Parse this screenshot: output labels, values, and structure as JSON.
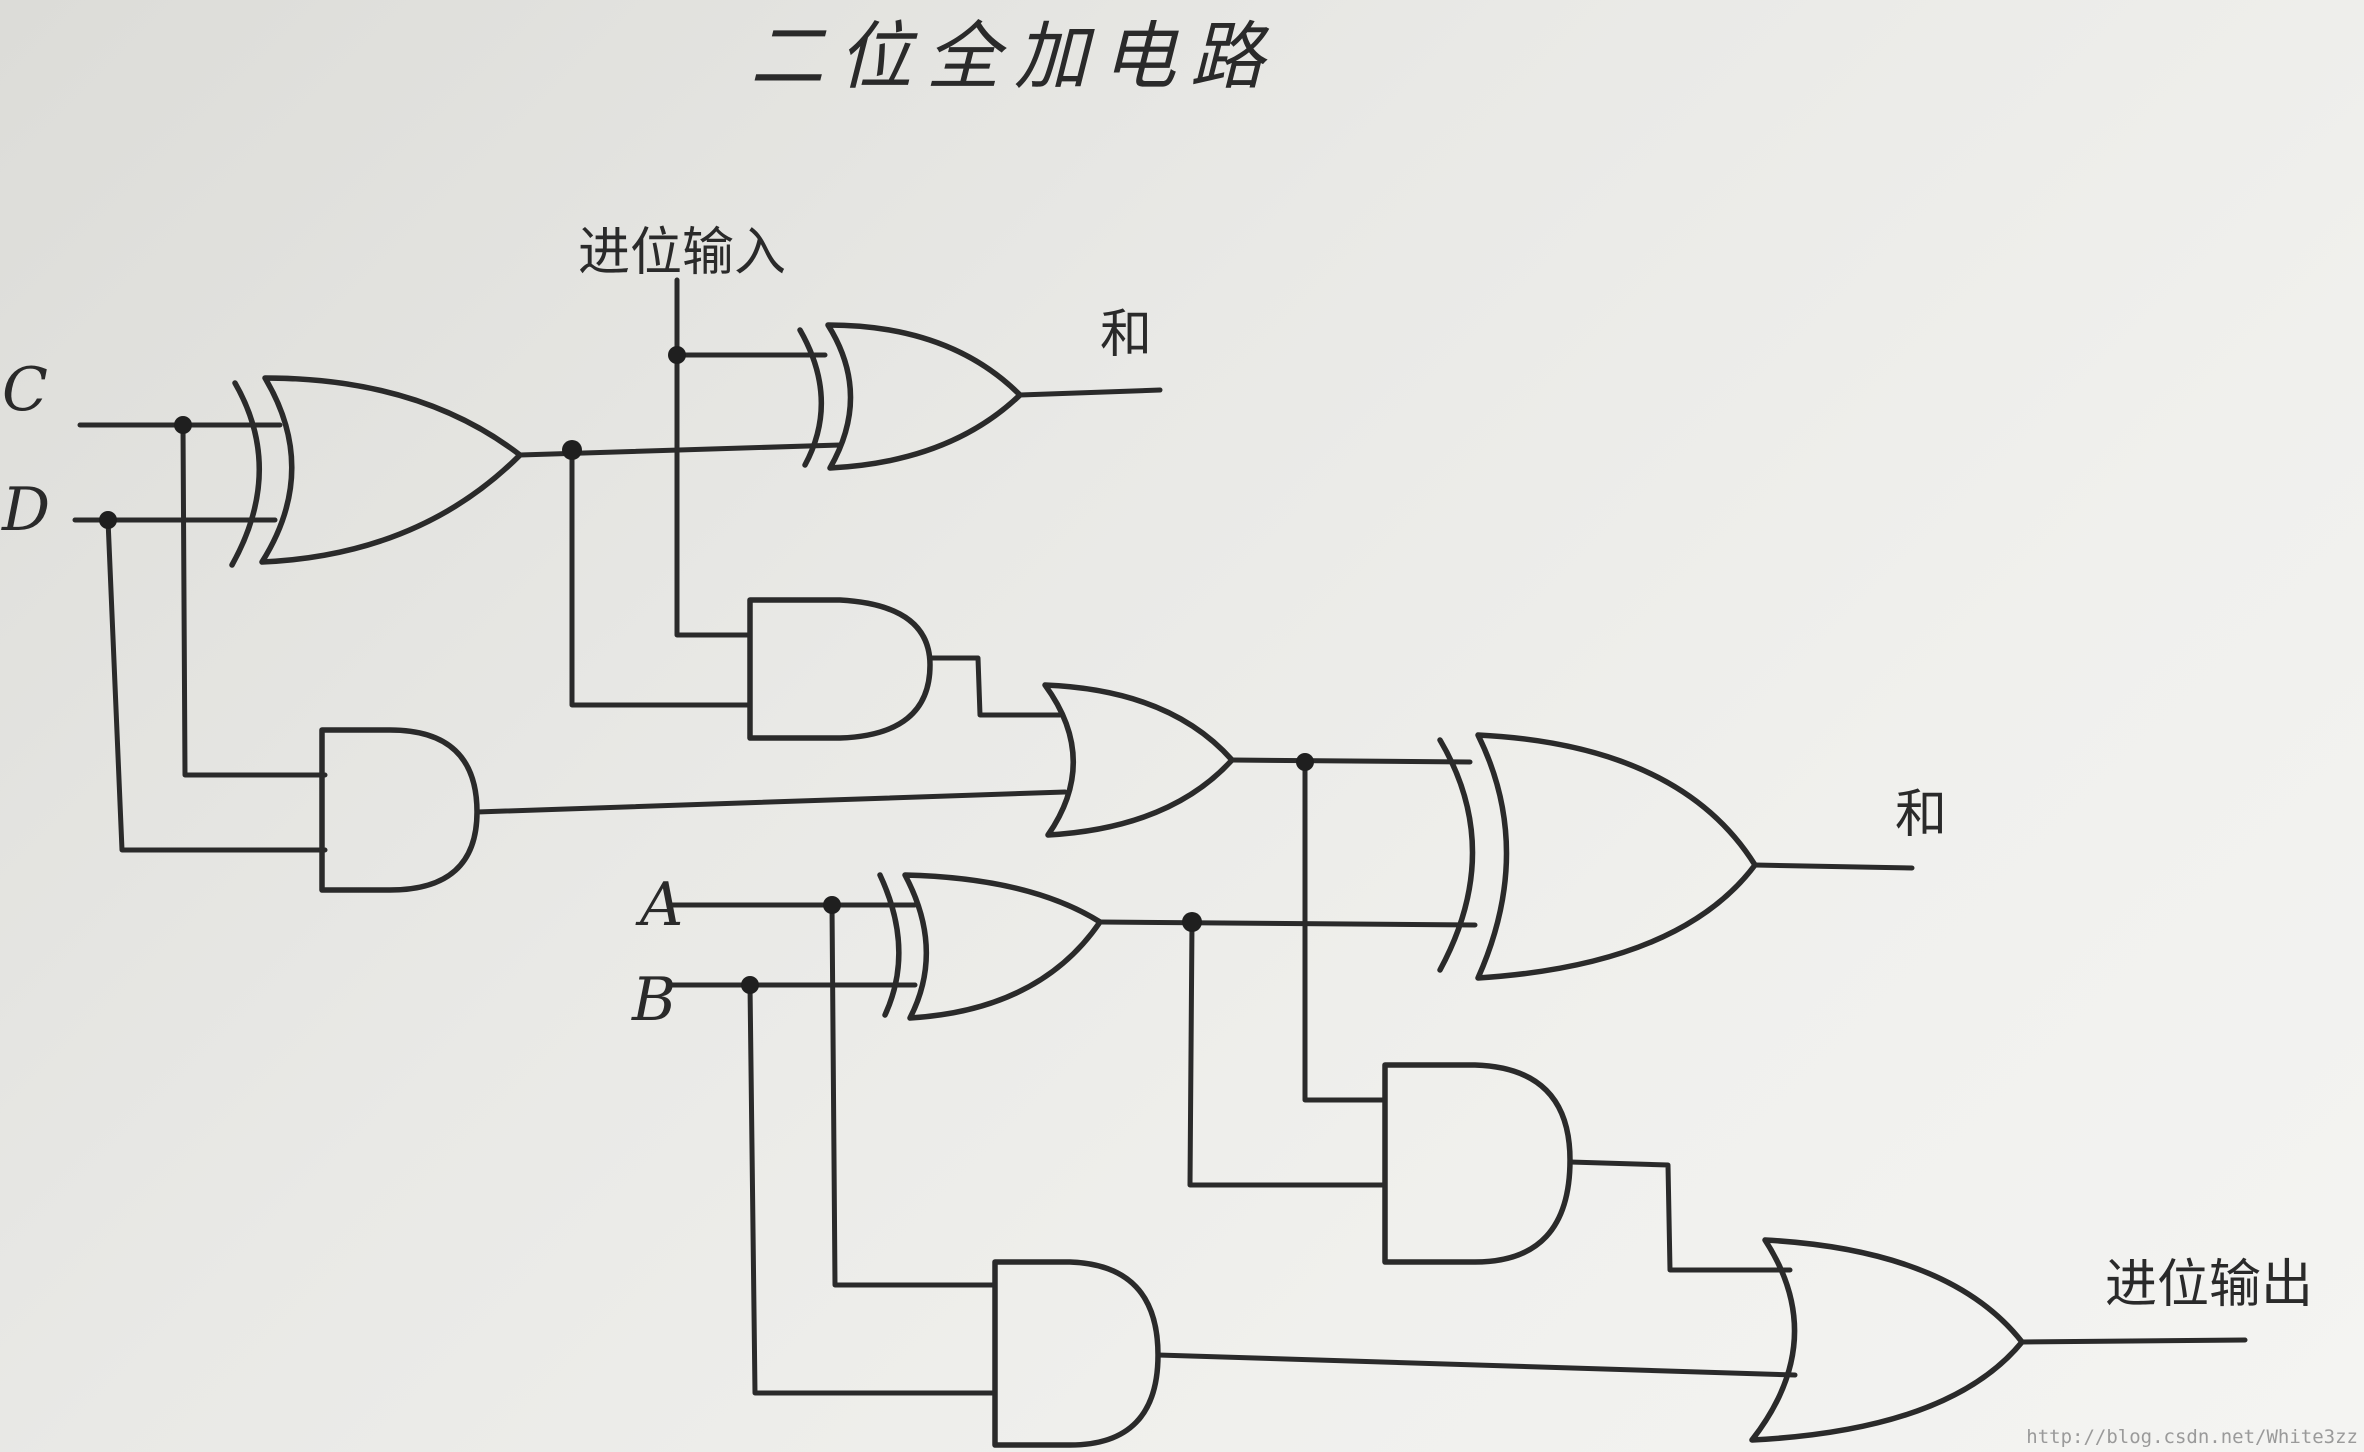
{
  "title": "二位全加电路",
  "labels": {
    "carry_in": "进位输入",
    "sum_upper": "和",
    "sum_lower": "和",
    "carry_out": "进位输出"
  },
  "inputs": {
    "c": "C",
    "d": "D",
    "a": "A",
    "b": "B"
  },
  "watermark": "http://blog.csdn.net/White3zz"
}
